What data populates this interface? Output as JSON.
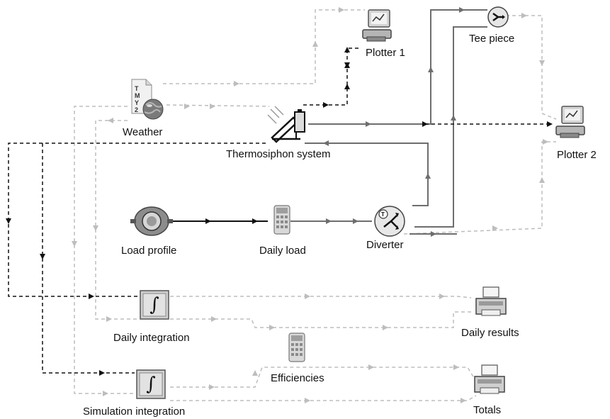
{
  "components": {
    "weather": {
      "label": "Weather",
      "icon": "tmy2-weather-globe-icon"
    },
    "thermosiphon": {
      "label": "Thermosiphon system",
      "icon": "solar-collector-tank-icon"
    },
    "plotter1": {
      "label": "Plotter 1",
      "icon": "plotter-icon"
    },
    "plotter2": {
      "label": "Plotter 2",
      "icon": "plotter-icon"
    },
    "tee_piece": {
      "label": "Tee piece",
      "icon": "tee-piece-icon"
    },
    "load_profile": {
      "label": "Load profile",
      "icon": "load-profile-meter-icon"
    },
    "daily_load": {
      "label": "Daily load",
      "icon": "calculator-icon"
    },
    "diverter": {
      "label": "Diverter",
      "icon": "diverter-icon"
    },
    "daily_integration": {
      "label": "Daily integration",
      "icon": "integral-icon"
    },
    "simulation_integration": {
      "label": "Simulation integration",
      "icon": "integral-icon"
    },
    "efficiencies": {
      "label": "Efficiencies",
      "icon": "calculator-icon"
    },
    "daily_results": {
      "label": "Daily results",
      "icon": "printer-icon"
    },
    "totals": {
      "label": "Totals",
      "icon": "printer-icon"
    }
  },
  "integral_symbol": "∫",
  "tmy_text": "TMY2",
  "colors": {
    "fluid_link": "#6e6e6e",
    "flow_link": "#111111",
    "weather_link": "#bdbdbd",
    "control_link": "#111111",
    "icon_dark": "#444444",
    "icon_light": "#d9d9d9"
  }
}
